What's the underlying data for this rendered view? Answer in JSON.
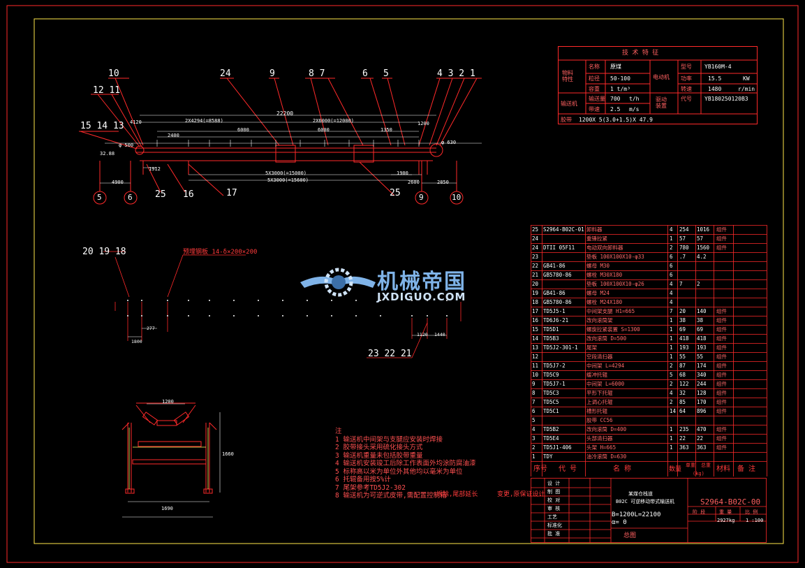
{
  "callouts_top": [
    "10",
    "24",
    "9",
    "8 7",
    "6",
    "5",
    "4 3 2 1",
    "12 11",
    "15 14 13"
  ],
  "callouts_bottom": [
    "25",
    "16",
    "17",
    "25"
  ],
  "axis_circles": [
    "5",
    "6",
    "9",
    "10"
  ],
  "callouts_plan": [
    "20 19 18",
    "23 22 21"
  ],
  "plan_label": "预埋钢板 14-δ×200×200",
  "dims": {
    "total": "22200",
    "span_left": "2X4294(=8588)",
    "span_right": "2X6000(=12000)",
    "d6000a": "6000",
    "d6000b": "6000",
    "d2400": "2400",
    "d1350": "1350",
    "d1200": "1200",
    "d4120": "4120",
    "d4900": "4900",
    "d1912": "1912",
    "d15000": "5X3000(=15000)",
    "d15600": "5X3000(=15600)",
    "d1900": "1900",
    "d2600": "2600",
    "d2850": "2850",
    "d630": "φ 630",
    "d500": "φ 500",
    "d3288": "32.88",
    "d277": "277",
    "d1800": "1800",
    "d1120": "1120",
    "d1440": "1440",
    "cs_1200": "1200",
    "cs_1660": "1660",
    "cs_1690": "1690"
  },
  "spec_table": {
    "title": "技 术 特 征",
    "material_label": "物料 特性",
    "name_label": "名称",
    "name_value": "原煤",
    "size_label": "粒径",
    "size_value": "50-100",
    "density_label": "容重",
    "density_value": "1  t/m³",
    "motor_label": "电动机",
    "model_label": "型号",
    "model_value": "YB160M-4",
    "power_label": "功率",
    "power_value": "15.5",
    "power_unit": "KW",
    "speed_label": "转速",
    "speed_value": "1480",
    "speed_unit": "r/min",
    "code_label": "代号",
    "code_value": "YB180250120B3",
    "conveyor_label": "输送机",
    "capacity_label": "输送量",
    "capacity_value": "700",
    "capacity_unit": "t/h",
    "belt_speed_label": "带速",
    "belt_speed_value": "2.5",
    "belt_speed_unit": "m/s",
    "reducer_label": "驱动 装置",
    "belt_label": "胶带",
    "belt_value": "1200X 5(3.0+1.5)X 47.9"
  },
  "bom": [
    {
      "no": "25",
      "code": "S2964-B02C-01",
      "name": "卸料器",
      "qty": "4",
      "w1": "254",
      "w2": "1016",
      "mat": "组件"
    },
    {
      "no": "24",
      "code": "",
      "name": "重锤拉紧",
      "qty": "1",
      "w1": "57",
      "w2": "57",
      "mat": "组件"
    },
    {
      "no": "24",
      "code": "DTII 05F11",
      "name": "电动双向卸料器",
      "qty": "2",
      "w1": "780",
      "w2": "1560",
      "mat": "组件"
    },
    {
      "no": "23",
      "code": "",
      "name": "垫板 100X100X10-φ33",
      "qty": "6",
      "w1": ".7",
      "w2": "4.2",
      "mat": ""
    },
    {
      "no": "22",
      "code": "GB41-86",
      "name": "螺母 M30",
      "qty": "6",
      "w1": "",
      "w2": "",
      "mat": ""
    },
    {
      "no": "21",
      "code": "GB5780-86",
      "name": "螺栓 M30X180",
      "qty": "6",
      "w1": "",
      "w2": "",
      "mat": ""
    },
    {
      "no": "20",
      "code": "",
      "name": "垫板 100X100X10-φ26",
      "qty": "4",
      "w1": "7",
      "w2": "2",
      "mat": ""
    },
    {
      "no": "19",
      "code": "GB41-86",
      "name": "螺母 M24",
      "qty": "4",
      "w1": "",
      "w2": "",
      "mat": ""
    },
    {
      "no": "18",
      "code": "GB5780-86",
      "name": "螺栓 M24X180",
      "qty": "4",
      "w1": "",
      "w2": "",
      "mat": ""
    },
    {
      "no": "17",
      "code": "TD5J5-1",
      "name": "中间架支腿 H1=665",
      "qty": "7",
      "w1": "20",
      "w2": "140",
      "mat": "组件"
    },
    {
      "no": "16",
      "code": "TD6J6-21",
      "name": "改向滚筒架",
      "qty": "1",
      "w1": "38",
      "w2": "38",
      "mat": "组件"
    },
    {
      "no": "15",
      "code": "TD5D1",
      "name": "螺旋拉紧装置 S=1300",
      "qty": "1",
      "w1": "69",
      "w2": "69",
      "mat": "组件"
    },
    {
      "no": "14",
      "code": "TD5B3",
      "name": "改向滚筒 D=500",
      "qty": "1",
      "w1": "418",
      "w2": "418",
      "mat": "组件"
    },
    {
      "no": "13",
      "code": "TD5J2-301-1",
      "name": "尾架",
      "qty": "1",
      "w1": "193",
      "w2": "193",
      "mat": "组件"
    },
    {
      "no": "12",
      "code": "",
      "name": "空段清扫器",
      "qty": "1",
      "w1": "55",
      "w2": "55",
      "mat": "组件"
    },
    {
      "no": "11",
      "code": "TD5J7-2",
      "name": "中间架 L=4294",
      "qty": "2",
      "w1": "87",
      "w2": "174",
      "mat": "组件"
    },
    {
      "no": "10",
      "code": "TD5C9",
      "name": "缓冲托辊",
      "qty": "5",
      "w1": "68",
      "w2": "340",
      "mat": "组件"
    },
    {
      "no": "9",
      "code": "TD5J7-1",
      "name": "中间架 L=6000",
      "qty": "2",
      "w1": "122",
      "w2": "244",
      "mat": "组件"
    },
    {
      "no": "8",
      "code": "TD5C3",
      "name": "平形下托辊",
      "qty": "4",
      "w1": "32",
      "w2": "128",
      "mat": "组件"
    },
    {
      "no": "7",
      "code": "TD5C5",
      "name": "上调心托辊",
      "qty": "2",
      "w1": "85",
      "w2": "170",
      "mat": "组件"
    },
    {
      "no": "6",
      "code": "TD5C1",
      "name": "槽形托辊",
      "qty": "14",
      "w1": "64",
      "w2": "896",
      "mat": "组件"
    },
    {
      "no": "5",
      "code": "",
      "name": "胶带 CC56",
      "qty": "",
      "w1": "",
      "w2": "",
      "mat": ""
    },
    {
      "no": "4",
      "code": "TD5B2",
      "name": "改向滚筒 D=400",
      "qty": "1",
      "w1": "235",
      "w2": "470",
      "mat": "组件"
    },
    {
      "no": "3",
      "code": "TD5E4",
      "name": "头部清扫器",
      "qty": "1",
      "w1": "22",
      "w2": "22",
      "mat": "组件"
    },
    {
      "no": "2",
      "code": "TD5J1-406",
      "name": "头架 H=665",
      "qty": "1",
      "w1": "363",
      "w2": "363",
      "mat": "组件"
    },
    {
      "no": "1",
      "code": "TDY",
      "name": "油冷滚筒 D=630",
      "qty": "",
      "w1": "",
      "w2": "",
      "mat": ""
    }
  ],
  "bom_header": {
    "no": "序号",
    "code": "代 号",
    "name": "名 称",
    "qty": "数量",
    "unit_w": "单重",
    "total_w": "总重",
    "weight_unit": "(kg)",
    "material": "材料",
    "remark": "备 注"
  },
  "notes": [
    "注",
    "1  输送机中间架与支腿应安装时焊接",
    "2  胶带接头采用硫化接头方式",
    "3  输送机重量未包括胶带重量",
    "4  输送机安装竣工后除工作表面外均涂防腐油漆",
    "5  标称高以米为单位外其他均以毫米为单位",
    "6  托辊备用按5%计",
    "7 尾架参考TD5J2-302",
    "8  输送机为可逆式皮带,需配置控制箱"
  ],
  "notes_aside": [
    "拆除,尾部延长",
    "变更,原保证设计"
  ],
  "title_block": {
    "drawing_no": "S2964-B02C-00",
    "project_line1": "某煤仓栈道",
    "project_line2": "B02C 可逆移动带式输送机",
    "param1": "B=1200L=22100",
    "param2": "α= 0",
    "sheet_title": "总图",
    "stage_label": "阶 段",
    "weight_label": "重 量",
    "scale_label": "比 例",
    "weight_value": "2927kg",
    "scale_value": "1 :100",
    "roles": [
      "设 计",
      "制 图",
      "校 对",
      "审 核",
      "工艺",
      "标准化",
      "批 准"
    ],
    "role_values": [
      "",
      "",
      "",
      "",
      "",
      "",
      ""
    ]
  },
  "watermark": {
    "main": "机械帝国",
    "sub": "JXDIGUO.COM"
  },
  "colors": {
    "line": "#ff2a2a",
    "text": "#ffffff",
    "dim": "#ffffff",
    "yellow": "#ffe84a",
    "frame": "#ff2a2a"
  }
}
